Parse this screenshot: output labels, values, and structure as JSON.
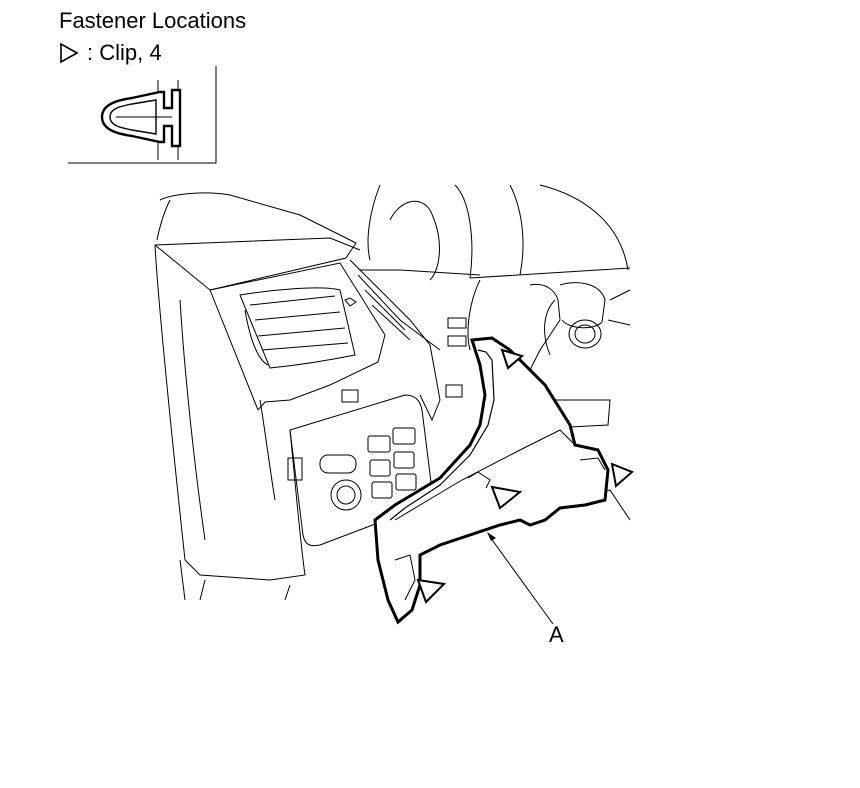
{
  "heading": "Fastener Locations",
  "legend": {
    "symbol": "clip-marker-icon",
    "label": ": Clip, 4"
  },
  "callout_label": "A"
}
